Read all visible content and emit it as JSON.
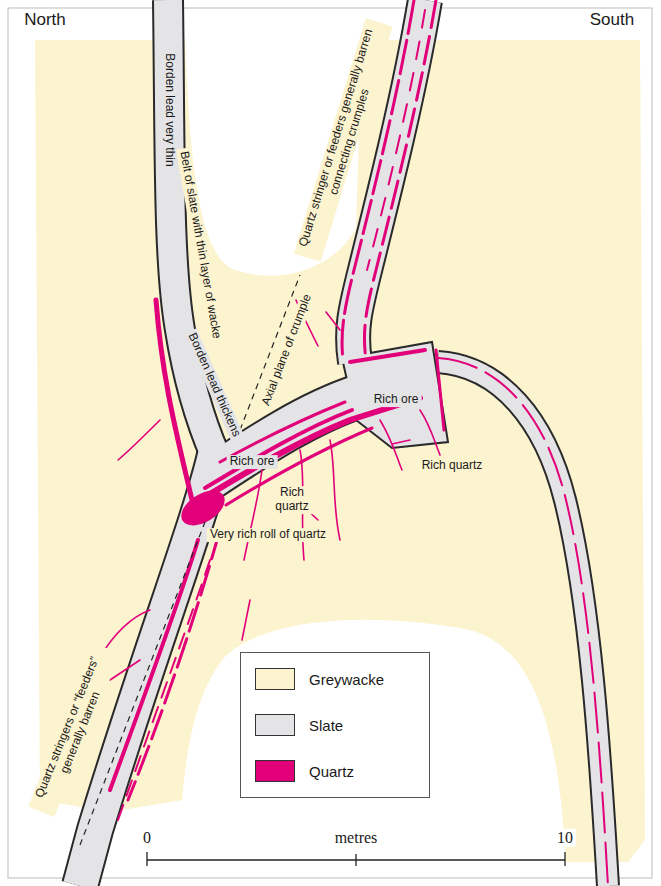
{
  "diagram": {
    "labels": [
      "North",
      "South",
      "Borden lead very thin",
      "Belt of slate with thin layer of wacke",
      "Borden lead thickens",
      "Axial plane of crumple",
      "Quartz stringer or feeders generally barren connecting crumples",
      "Rich ore",
      "Rich ore",
      "Rich quartz",
      "Rich quartz",
      "Very rich roll of quartz",
      "Quartz stringers or “feeders” generally barren",
      "0",
      "metres",
      "10"
    ],
    "legend": [
      {
        "text": "Greywacke",
        "color": "#fcf3cf"
      },
      {
        "text": "Slate",
        "color": "#e4e4e6"
      },
      {
        "text": "Quartz",
        "color": "#e2007a"
      }
    ]
  }
}
